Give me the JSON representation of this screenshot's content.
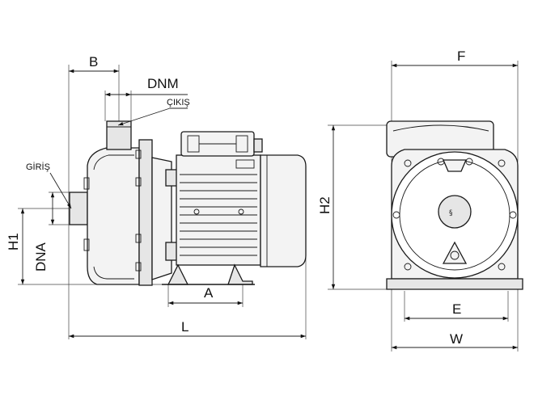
{
  "labels": {
    "B": "B",
    "DNM": "DNM",
    "outlet": "ÇIKIŞ",
    "inlet": "GİRİŞ",
    "H1": "H1",
    "DNA": "DNA",
    "A": "A",
    "L": "L",
    "F": "F",
    "H2": "H2",
    "E": "E",
    "W": "W"
  },
  "colors": {
    "line": "#1a1a1a",
    "body": "#f3f3f3",
    "shade": "#e6e6e6",
    "background": "#ffffff"
  }
}
